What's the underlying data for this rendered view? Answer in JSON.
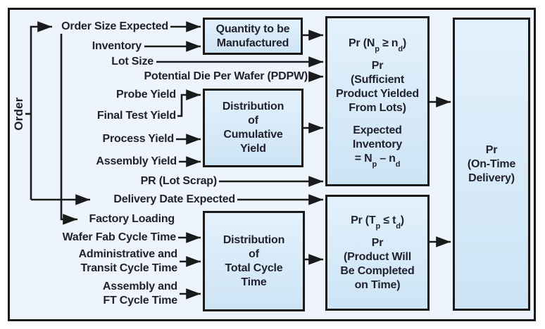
{
  "colors": {
    "frame_background": "#edf4fb",
    "box_fill_top": "#e3f1fc",
    "box_fill_bottom": "#cde4f5",
    "border_and_arrows": "#1a1a1a",
    "text": "#22222c"
  },
  "diagram": {
    "side_label": "Order",
    "inputs": [
      {
        "id": "order-size-expected",
        "text": "Order Size Expected"
      },
      {
        "id": "inventory",
        "text": "Inventory"
      },
      {
        "id": "lot-size",
        "text": "Lot Size"
      },
      {
        "id": "potential-die-per-wafer",
        "text": "Potential Die Per Wafer (PDPW)"
      },
      {
        "id": "probe-yield",
        "text": "Probe Yield"
      },
      {
        "id": "final-test-yield",
        "text": "Final Test Yield"
      },
      {
        "id": "process-yield",
        "text": "Process Yield"
      },
      {
        "id": "assembly-yield",
        "text": "Assembly Yield"
      },
      {
        "id": "pr-lot-scrap",
        "text": "PR (Lot Scrap)"
      },
      {
        "id": "delivery-date-expected",
        "text": "Delivery Date Expected"
      },
      {
        "id": "factory-loading",
        "text": "Factory Loading"
      },
      {
        "id": "wafer-fab-cycle-time",
        "text": "Wafer Fab Cycle Time"
      },
      {
        "id": "administrative-transit-cycle-time",
        "text": "Administrative and\nTransit Cycle Time"
      },
      {
        "id": "assembly-ft-cycle-time",
        "text": "Assembly and\nFT Cycle Time"
      }
    ],
    "process_boxes": {
      "quantity": "Quantity to be\nManufactured",
      "cumulative_yield": "Distribution\nof\nCumulative\nYield",
      "total_cycle": "Distribution\nof\nTotal Cycle\nTime"
    },
    "prob_boxes": {
      "yield": {
        "formula": {
          "pre": "Pr (N",
          "sub1": "p",
          "mid": " ≥ n",
          "sub2": "d",
          "post": ")"
        },
        "pr": "Pr",
        "desc": "(Sufficient\nProduct Yielded\nFrom Lots)",
        "expected": "Expected\nInventory",
        "expected_formula": {
          "pre": "= N",
          "sub1": "p",
          "mid": " – n",
          "sub2": "d",
          "post": ""
        }
      },
      "time": {
        "formula": {
          "pre": "Pr (T",
          "sub1": "p",
          "mid": " ≤ t",
          "sub2": "d",
          "post": ")"
        },
        "pr": "Pr",
        "desc": "(Product Will\nBe Completed\non Time)"
      },
      "delivery": "Pr\n(On-Time\nDelivery)"
    }
  }
}
